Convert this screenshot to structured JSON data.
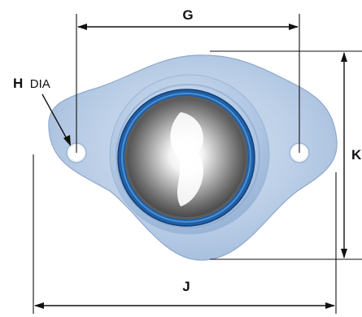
{
  "labels": {
    "g": "G",
    "h": "H",
    "h_suffix": "DIA",
    "j": "J",
    "k": "K"
  },
  "colors": {
    "housing": "#b9cde6",
    "housing_edge": "#8fa9cc",
    "seal": "#2a6fb8",
    "bolt_hole": "#ffffff",
    "dimension_line": "#111111"
  }
}
